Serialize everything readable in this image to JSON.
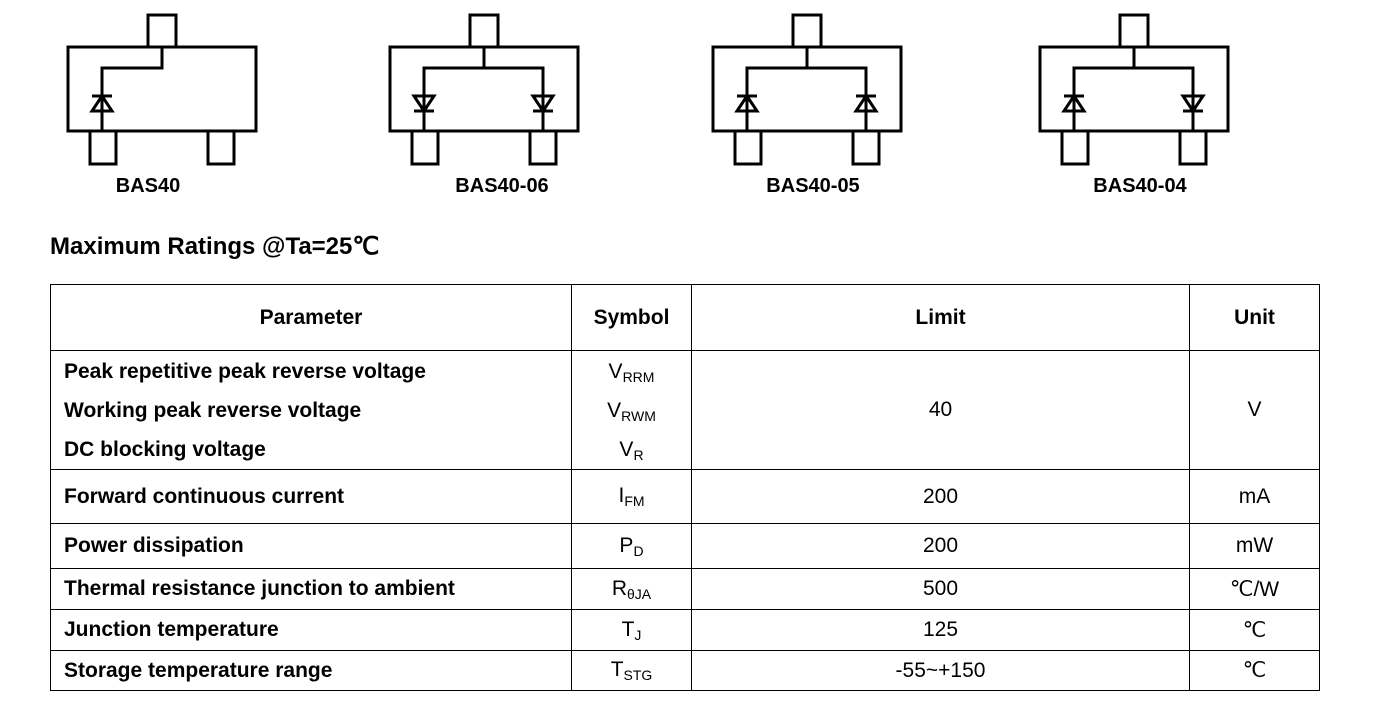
{
  "packages": [
    {
      "label": "BAS40"
    },
    {
      "label": "BAS40-06"
    },
    {
      "label": "BAS40-05"
    },
    {
      "label": "BAS40-04"
    }
  ],
  "section_title": "Maximum Ratings @Ta=25℃",
  "table": {
    "headers": {
      "parameter": "Parameter",
      "symbol": "Symbol",
      "limit": "Limit",
      "unit": "Unit"
    },
    "voltage_group": {
      "params": [
        "Peak repetitive peak reverse voltage",
        "Working peak reverse voltage",
        "DC blocking voltage"
      ],
      "symbols": [
        {
          "main": "V",
          "sub": "RRM"
        },
        {
          "main": "V",
          "sub": "RWM"
        },
        {
          "main": "V",
          "sub": "R"
        }
      ],
      "limit": "40",
      "unit": "V"
    },
    "rows": [
      {
        "param": "Forward continuous current",
        "sym_main": "I",
        "sym_sub": "FM",
        "limit": "200",
        "unit": "mA"
      },
      {
        "param": "Power dissipation",
        "sym_main": "P",
        "sym_sub": "D",
        "limit": "200",
        "unit": "mW"
      },
      {
        "param": "Thermal resistance junction to ambient",
        "sym_main": "R",
        "sym_sub": "θJA",
        "limit": "500",
        "unit": "℃/W"
      },
      {
        "param": "Junction temperature",
        "sym_main": "T",
        "sym_sub": "J",
        "limit": "125",
        "unit": "℃"
      },
      {
        "param": "Storage temperature range",
        "sym_main": "T",
        "sym_sub": "STG",
        "limit": "-55~+150",
        "unit": "℃"
      }
    ]
  }
}
